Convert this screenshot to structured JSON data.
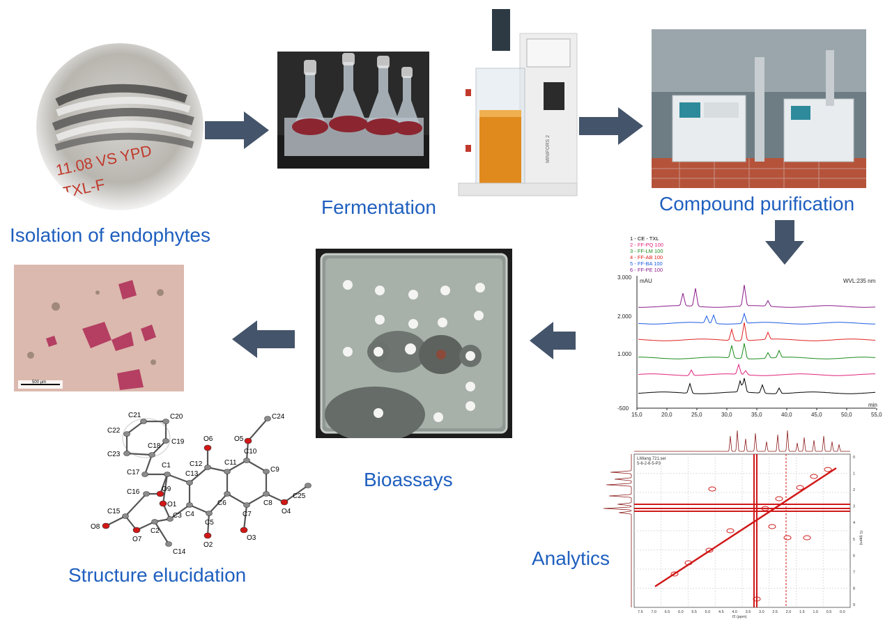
{
  "steps": {
    "isolation": "Isolation of endophytes",
    "fermentation": "Fermentation",
    "purification": "Compound purification",
    "analytics": "Analytics",
    "bioassays": "Bioassays",
    "structure": "Structure elucidation"
  },
  "petri_dish_text": {
    "line1": "11.08 VS YPD",
    "line2": "TXL-F"
  },
  "bioreactor_brand": "MINIFORS 2",
  "micrograph_scale": "500 µm",
  "hplc": {
    "legend": [
      {
        "label": "1 - CE - TXL",
        "color": "#000000"
      },
      {
        "label": "2 - FF-PQ 100",
        "color": "#e0207a"
      },
      {
        "label": "3 - FF-LM 100",
        "color": "#1a8a1a"
      },
      {
        "label": "4 - FF-AB 100",
        "color": "#e02020"
      },
      {
        "label": "5 - FF-BA 100",
        "color": "#1a5ae0"
      },
      {
        "label": "6 - FF-PE 100",
        "color": "#8a1a8a"
      }
    ],
    "yunit": "mAU",
    "wavelength": "WVL:235 nm",
    "yticks": [
      "3.000",
      "2.000",
      "1.000",
      "-500"
    ],
    "xticks": [
      "15,0",
      "20,0",
      "25,0",
      "30,0",
      "35,0",
      "40,0",
      "45,0",
      "50,0",
      "55,0"
    ],
    "xunit": "min"
  },
  "nmr": {
    "file": "LiWang 721.ser",
    "sub": "5-6-2-6-5-P3",
    "xaxis": "f2 (ppm)",
    "yaxis": "f1 (ppm)",
    "xticks": [
      "7.5",
      "7.0",
      "6.5",
      "6.0",
      "5.5",
      "5.0",
      "4.5",
      "4.0",
      "3.5",
      "3.0",
      "2.5",
      "2.0",
      "1.5",
      "1.0",
      "0.5",
      "0.0"
    ],
    "yticks": [
      "0",
      "1",
      "2",
      "3",
      "4",
      "5",
      "6",
      "7",
      "8",
      "9"
    ]
  },
  "atoms": [
    "C21",
    "C20",
    "C22",
    "C19",
    "C23",
    "C18",
    "C17",
    "C1",
    "C13",
    "C12",
    "O6",
    "C11",
    "C10",
    "O5",
    "C24",
    "C9",
    "C8",
    "O4",
    "C25",
    "C16",
    "O9",
    "O1",
    "C15",
    "C4",
    "C5",
    "C6",
    "C7",
    "O8",
    "O7",
    "C2",
    "C3",
    "O3",
    "O2",
    "C14"
  ],
  "colors": {
    "label": "#1f5fbf",
    "arrow": "#44546a"
  }
}
